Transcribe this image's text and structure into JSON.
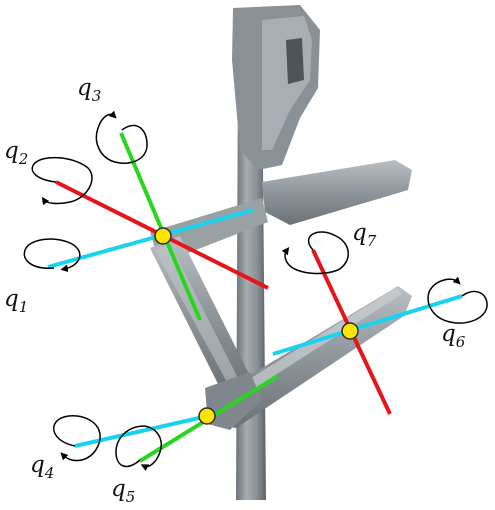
{
  "joints": [
    {
      "id": "q1",
      "symbol": "q",
      "subscript": "1",
      "axis_color": "#17d3f0"
    },
    {
      "id": "q2",
      "symbol": "q",
      "subscript": "2",
      "axis_color": "#e8141c"
    },
    {
      "id": "q3",
      "symbol": "q",
      "subscript": "3",
      "axis_color": "#27d61e"
    },
    {
      "id": "q4",
      "symbol": "q",
      "subscript": "4",
      "axis_color": "#17d3f0"
    },
    {
      "id": "q5",
      "symbol": "q",
      "subscript": "5",
      "axis_color": "#27d61e"
    },
    {
      "id": "q6",
      "symbol": "q",
      "subscript": "6",
      "axis_color": "#17d3f0"
    },
    {
      "id": "q7",
      "symbol": "q",
      "subscript": "7",
      "axis_color": "#e8141c"
    }
  ],
  "colors": {
    "axis_cyan": "#17d3f0",
    "axis_red": "#e8141c",
    "axis_green": "#27d61e",
    "joint_fill": "#ffe600",
    "joint_stroke": "#2b2b2b",
    "model_body": "#8f969b",
    "model_shadow": "#5f666b",
    "model_light": "#c4c9cc"
  },
  "icons": {
    "rotation_arrow": "circular-arrow-icon",
    "joint_marker": "joint-dot-icon"
  }
}
